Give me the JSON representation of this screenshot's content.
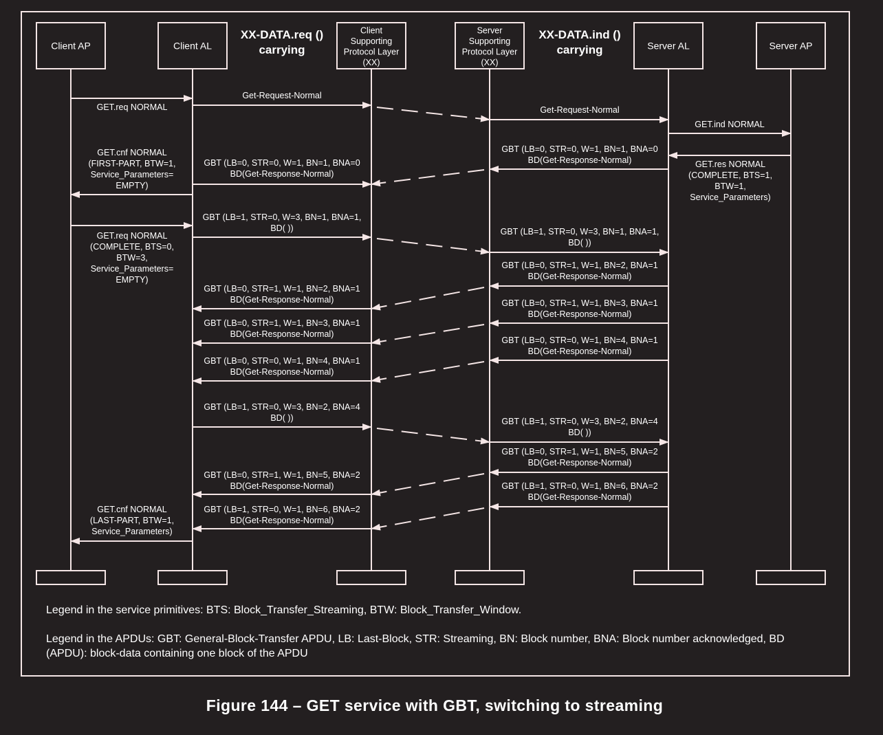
{
  "participants": [
    {
      "id": "client-ap",
      "label": [
        "Client AP"
      ]
    },
    {
      "id": "client-al",
      "label": [
        "Client AL"
      ]
    },
    {
      "id": "client-spl",
      "label": [
        "Client",
        "Supporting",
        "Protocol Layer",
        "(XX)"
      ]
    },
    {
      "id": "server-spl",
      "label": [
        "Server",
        "Supporting",
        "Protocol Layer",
        "(XX)"
      ]
    },
    {
      "id": "server-al",
      "label": [
        "Server AL"
      ]
    },
    {
      "id": "server-ap",
      "label": [
        "Server AP"
      ]
    }
  ],
  "headings": [
    {
      "id": "req-carrying",
      "lines": [
        "XX-DATA.req ()",
        "carrying"
      ]
    },
    {
      "id": "ind-carrying",
      "lines": [
        "XX-DATA.ind ()",
        "carrying"
      ]
    }
  ],
  "messages": [
    {
      "id": "m01",
      "lines": [
        "GET.req NORMAL"
      ]
    },
    {
      "id": "m02",
      "lines": [
        "Get-Request-Normal"
      ]
    },
    {
      "id": "m03",
      "lines": [
        "Get-Request-Normal"
      ]
    },
    {
      "id": "m04",
      "lines": [
        "GET.ind NORMAL"
      ]
    },
    {
      "id": "m05",
      "lines": [
        "GET.res NORMAL",
        "(COMPLETE, BTS=1,",
        "BTW=1,",
        "Service_Parameters)"
      ]
    },
    {
      "id": "m06",
      "lines": [
        "GBT (LB=0, STR=0, W=1, BN=1, BNA=0",
        "BD(Get-Response-Normal)"
      ]
    },
    {
      "id": "m07",
      "lines": [
        "GBT (LB=0, STR=0, W=1, BN=1, BNA=0",
        "BD(Get-Response-Normal)"
      ]
    },
    {
      "id": "m08",
      "lines": [
        "GET.cnf NORMAL",
        "(FIRST-PART, BTW=1,",
        "Service_Parameters=",
        "EMPTY)"
      ]
    },
    {
      "id": "m09",
      "lines": [
        "GET.req NORMAL",
        "(COMPLETE, BTS=0,",
        "BTW=3,",
        "Service_Parameters=",
        "EMPTY)"
      ]
    },
    {
      "id": "m10",
      "lines": [
        "GBT (LB=1, STR=0, W=3, BN=1, BNA=1,",
        "BD( ))"
      ]
    },
    {
      "id": "m11",
      "lines": [
        "GBT (LB=1, STR=0, W=3, BN=1, BNA=1,",
        "BD( ))"
      ]
    },
    {
      "id": "m12",
      "lines": [
        "GBT (LB=0, STR=1, W=1, BN=2, BNA=1",
        "BD(Get-Response-Normal)"
      ]
    },
    {
      "id": "m13",
      "lines": [
        "GBT (LB=0, STR=1, W=1, BN=3, BNA=1",
        "BD(Get-Response-Normal)"
      ]
    },
    {
      "id": "m14",
      "lines": [
        "GBT (LB=0, STR=0, W=1, BN=4, BNA=1",
        "BD(Get-Response-Normal)"
      ]
    },
    {
      "id": "m15",
      "lines": [
        "GBT (LB=0, STR=1, W=1, BN=2, BNA=1",
        "BD(Get-Response-Normal)"
      ]
    },
    {
      "id": "m16",
      "lines": [
        "GBT (LB=0, STR=1, W=1, BN=3, BNA=1",
        "BD(Get-Response-Normal)"
      ]
    },
    {
      "id": "m17",
      "lines": [
        "GBT (LB=0, STR=0, W=1, BN=4, BNA=1",
        "BD(Get-Response-Normal)"
      ]
    },
    {
      "id": "m18",
      "lines": [
        "GBT (LB=1, STR=0, W=3, BN=2, BNA=4",
        "BD( ))"
      ]
    },
    {
      "id": "m19",
      "lines": [
        "GBT (LB=1, STR=0, W=3, BN=2, BNA=4",
        "BD( ))"
      ]
    },
    {
      "id": "m20",
      "lines": [
        "GBT (LB=0, STR=1, W=1, BN=5, BNA=2",
        "BD(Get-Response-Normal)"
      ]
    },
    {
      "id": "m21",
      "lines": [
        "GBT (LB=1, STR=0, W=1, BN=6, BNA=2",
        "BD(Get-Response-Normal)"
      ]
    },
    {
      "id": "m22",
      "lines": [
        "GBT (LB=0, STR=1, W=1, BN=5, BNA=2",
        "BD(Get-Response-Normal)"
      ]
    },
    {
      "id": "m23",
      "lines": [
        "GBT (LB=1, STR=0, W=1, BN=6, BNA=2",
        "BD(Get-Response-Normal)"
      ]
    },
    {
      "id": "m24",
      "lines": [
        "GET.cnf NORMAL",
        "(LAST-PART, BTW=1,",
        "Service_Parameters)"
      ]
    }
  ],
  "legend": {
    "service_primitives": "Legend in the service primitives: BTS: Block_Transfer_Streaming,  BTW: Block_Transfer_Window.",
    "apdus": "Legend in the APDUs: GBT: General-Block-Transfer APDU, LB: Last-Block, STR: Streaming, BN: Block number, BNA: Block number acknowledged, BD (APDU): block-data containing one block of the APDU"
  },
  "caption": "Figure 144 – GET service with GBT, switching to streaming",
  "colors": {
    "background": "#231f20",
    "line": "#f5e6e6",
    "text": "#ffffff"
  }
}
